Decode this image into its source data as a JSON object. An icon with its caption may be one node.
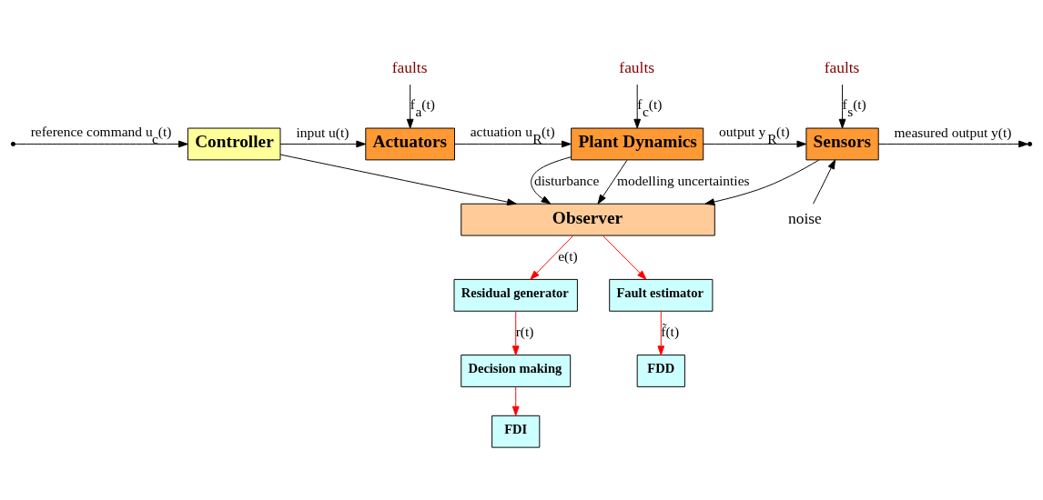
{
  "diagram": {
    "nodes": [
      {
        "text": [
          "Controller"
        ]
      },
      {
        "text": [
          "Actuators"
        ]
      },
      {
        "text": [
          "Plant Dynamics"
        ]
      },
      {
        "text": [
          "Sensors"
        ]
      },
      {
        "text": [
          "Observer"
        ]
      },
      {
        "text": [
          "Residual generator"
        ]
      },
      {
        "text": [
          "Decision making"
        ]
      },
      {
        "text": [
          "FDI"
        ]
      },
      {
        "text": [
          "Fault estimator"
        ]
      },
      {
        "text": [
          "FDD"
        ]
      },
      {
        "text": [
          "faults"
        ]
      },
      {
        "text": [
          "faults"
        ]
      },
      {
        "text": [
          "faults"
        ]
      },
      {
        "text": [
          "noise"
        ]
      }
    ],
    "edges": [
      {
        "from": null,
        "to": 0,
        "arrow": "to",
        "label": "reference command u$_{c}$(t)"
      },
      {
        "from": 10,
        "to": 1,
        "arrow": "to",
        "label": "f$_{a}$(t)"
      },
      {
        "from": 0,
        "to": 1,
        "arrow": "to",
        "label": "input u(t)"
      },
      {
        "from": 1,
        "to": 2,
        "arrow": "to",
        "label": "actuation u$_{R}$(t)"
      },
      {
        "from": 11,
        "to": 2,
        "arrow": "to",
        "label": "f$_{c}$(t)"
      },
      {
        "from": 2,
        "to": 3,
        "arrow": "to",
        "label": "output y$_{R}$(t)"
      },
      {
        "from": 12,
        "to": 3,
        "arrow": "to",
        "label": "f$_{s}$(t)"
      },
      {
        "from": 13,
        "to": 3,
        "arrow": "to"
      },
      {
        "from": 3,
        "to": null,
        "arrow": "to",
        "label": "measured output y(t)"
      },
      {
        "from": 0,
        "to": 4,
        "arrow": "to"
      },
      {
        "from": 2,
        "to": 4,
        "arrow": "to",
        "label": "modelling uncertainties"
      },
      {
        "from": 2,
        "to": 4,
        "arrow": "to",
        "label": "disturbance"
      },
      {
        "from": 3,
        "to": 4,
        "arrow": "to"
      },
      {
        "from": 4,
        "to": 5,
        "arrow": "to",
        "color": "#ff0000",
        "label": "e(t)"
      },
      {
        "from": 4,
        "to": 8,
        "arrow": "to",
        "color": "#ff0000"
      },
      {
        "from": 5,
        "to": 6,
        "arrow": "to",
        "color": "#ff0000",
        "label": "r(t)"
      },
      {
        "from": 6,
        "to": 7,
        "arrow": "to",
        "color": "#ff0000"
      },
      {
        "from": 8,
        "to": 9,
        "arrow": "to",
        "color": "#ff0000",
        "label": "f̃(t)"
      }
    ]
  }
}
